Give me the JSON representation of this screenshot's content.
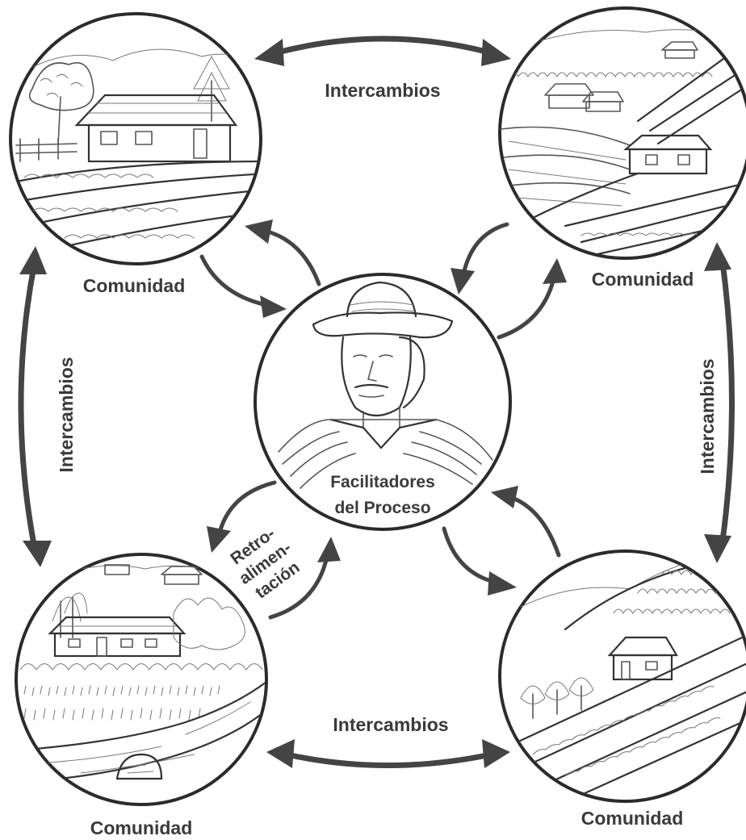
{
  "diagram": {
    "center": {
      "label_line1": "Facilitadores",
      "label_line2": "del Proceso"
    },
    "communities": {
      "top_left": "Comunidad",
      "top_right": "Comunidad",
      "bottom_left": "Comunidad",
      "bottom_right": "Comunidad"
    },
    "exchanges": {
      "top": "Intercambios",
      "bottom": "Intercambios",
      "left": "Intercambios",
      "right": "Intercambios"
    },
    "feedback": {
      "line1": "Retro-",
      "line2": "alimen-",
      "line3": "tación"
    },
    "colors": {
      "ink": "#3a3a3a",
      "arrow": "#444444",
      "background": "#ffffff"
    },
    "icons": {
      "top_left": "farm-house-icon",
      "top_right": "terraced-fields-icon",
      "bottom_left": "river-village-icon",
      "bottom_right": "hillside-farm-icon",
      "center": "farmer-portrait-icon"
    }
  }
}
